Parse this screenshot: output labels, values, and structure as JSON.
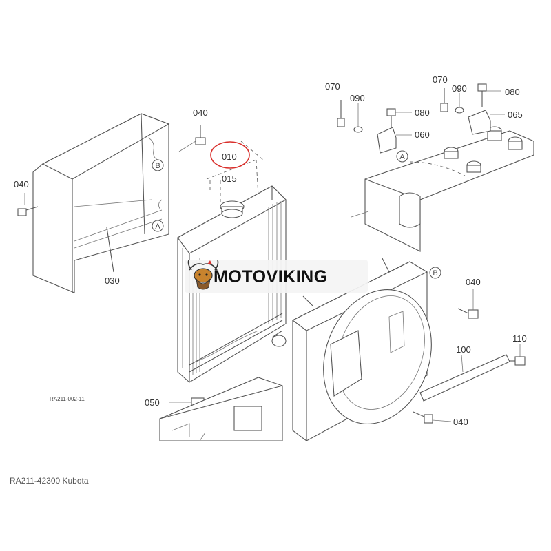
{
  "diagram": {
    "part_labels": {
      "p040_bolt_top": "040",
      "p040_bolt_left": "040",
      "p040_bolt_right": "040",
      "p040_bolt_bottom": "040",
      "p030_shroud": "030",
      "p010_radiator": "010",
      "p015_cap": "015",
      "p050_cushion": "050",
      "p100_stay": "100",
      "p110_bolt": "110",
      "p070_left": "070",
      "p090_left": "090",
      "p080_left": "080",
      "p060_bracket": "060",
      "p070_right": "070",
      "p090_right": "090",
      "p080_right": "080",
      "p065_bracket": "065"
    },
    "callouts": {
      "a_shroud": "A",
      "b_shroud": "B",
      "a_frame": "A",
      "b_fan": "B"
    },
    "highlight_color": "#d9302c",
    "drawing_number": "RA211-002-11",
    "caption": "RA211-42300 Kubota"
  },
  "watermark": {
    "brand_text": "MOTOVIKING",
    "logo_icon": "viking-helmet-icon"
  }
}
